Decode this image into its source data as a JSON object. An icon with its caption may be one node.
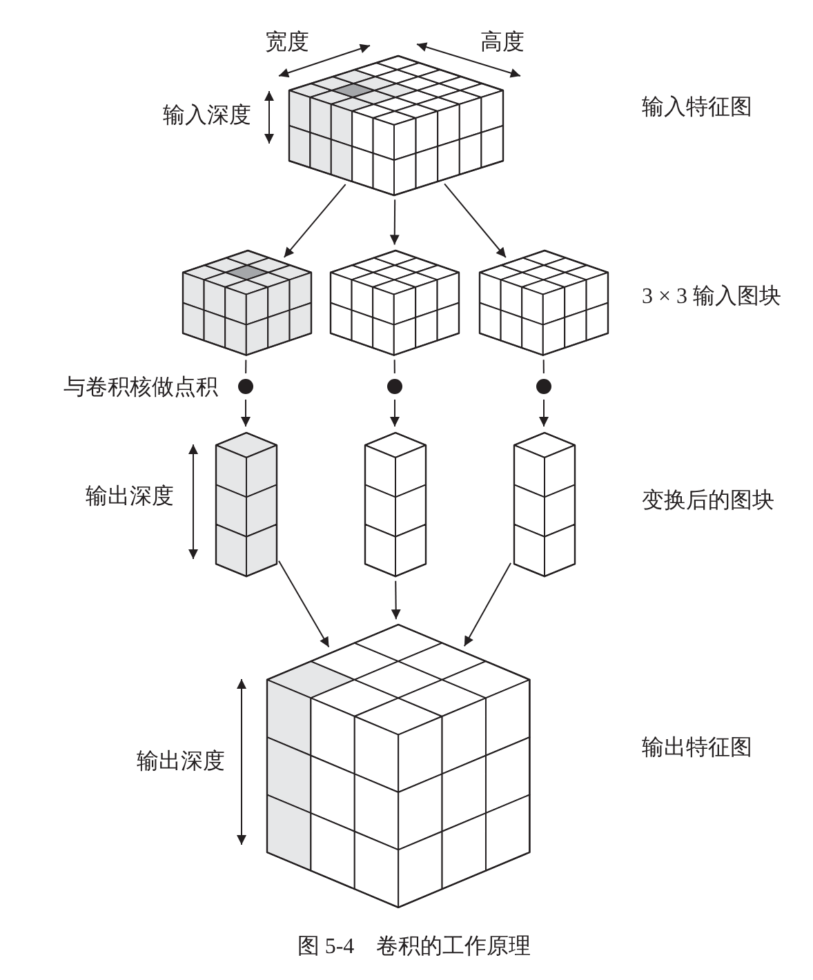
{
  "diagram": {
    "caption": "图 5-4　卷积的工作原理",
    "nodes": [
      {
        "text": [],
        "shape": "cube"
      },
      {
        "text": [],
        "shape": "cube"
      },
      {
        "text": [],
        "shape": "cube"
      },
      {
        "text": [],
        "shape": "cube"
      },
      {
        "text": [],
        "shape": "circle"
      },
      {
        "text": [],
        "shape": "circle"
      },
      {
        "text": [],
        "shape": "circle"
      },
      {
        "text": [],
        "shape": "cube"
      },
      {
        "text": [],
        "shape": "cube"
      },
      {
        "text": [],
        "shape": "cube"
      },
      {
        "text": [],
        "shape": "cube"
      }
    ],
    "edges": [
      {
        "from": 0,
        "to": 1,
        "arrow": "to"
      },
      {
        "from": 0,
        "to": 2,
        "arrow": "to"
      },
      {
        "from": 0,
        "to": 3,
        "arrow": "to"
      },
      {
        "from": 1,
        "to": 4,
        "arrow": "none"
      },
      {
        "from": 4,
        "to": 7,
        "arrow": "to"
      },
      {
        "from": 2,
        "to": 5,
        "arrow": "none"
      },
      {
        "from": 5,
        "to": 8,
        "arrow": "to"
      },
      {
        "from": 3,
        "to": 6,
        "arrow": "none"
      },
      {
        "from": 6,
        "to": 9,
        "arrow": "to"
      },
      {
        "from": 7,
        "to": 10,
        "arrow": "to"
      },
      {
        "from": 8,
        "to": 10,
        "arrow": "to"
      },
      {
        "from": 9,
        "to": 10,
        "arrow": "to"
      }
    ],
    "labels": [
      "宽度",
      "高度",
      "输入深度",
      "输入特征图",
      "3 × 3 输入图块",
      "与卷积核做点积",
      "输出深度",
      "变换后的图块",
      "输出深度",
      "输出特征图"
    ]
  }
}
